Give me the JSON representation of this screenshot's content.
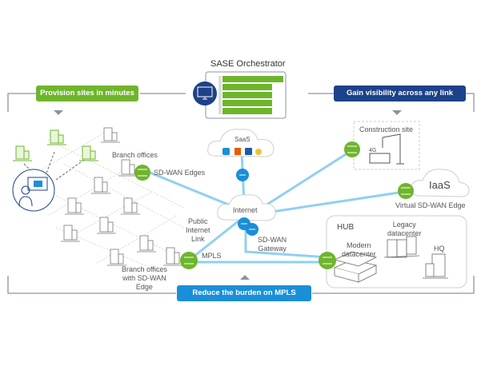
{
  "orchestrator": {
    "title": "SASE Orchestrator"
  },
  "callouts": {
    "provision": "Provision sites in minutes",
    "visibility": "Gain visibility across any link",
    "mpls": "Reduce the burden on MPLS"
  },
  "labels": {
    "branch_offices": "Branch offices",
    "sdwan_edges": "SD-WAN Edges",
    "saas": "SaaS",
    "internet": "Internet",
    "public_internet_link": [
      "Public",
      "Internet",
      "Link"
    ],
    "mpls": "MPLS",
    "sdwan_gateway": [
      "SD-WAN",
      "Gateway"
    ],
    "branch_offices_edge": [
      "Branch offices",
      "with SD-WAN",
      "Edge"
    ],
    "construction_site": "Construction site",
    "construction_4g": "4G",
    "iaas": "IaaS",
    "virtual_edge": "Virtual SD-WAN Edge",
    "hub": "HUB",
    "legacy_dc": [
      "Legacy",
      "datacenter"
    ],
    "modern_dc": [
      "Modern",
      "datacenter"
    ],
    "hq": "HQ"
  },
  "colors": {
    "green": "#6fb52c",
    "navy": "#1d4289",
    "blue": "#1a8fd8",
    "link": "#8fd0f2",
    "frame": "#8a94a6"
  }
}
